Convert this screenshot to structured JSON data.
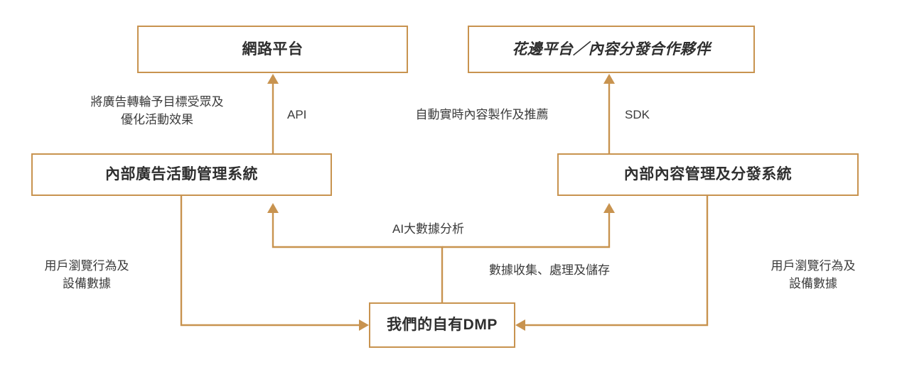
{
  "diagram": {
    "type": "flow-diagram",
    "theme": {
      "border_color": "#c8934f",
      "connector_color": "#c8934f",
      "text_color": "#3b3b3b",
      "background": "#ffffff"
    },
    "nodes": [
      {
        "id": "web-platform",
        "label": "網路平台"
      },
      {
        "id": "edge-platform",
        "label": "花邊平台／內容分發合作夥伴"
      },
      {
        "id": "ad-campaign-system",
        "label": "內部廣告活動管理系統"
      },
      {
        "id": "content-system",
        "label": "內部內容管理及分發系統"
      },
      {
        "id": "own-dmp",
        "label": "我們的自有DMP"
      }
    ],
    "edge_labels": [
      {
        "id": "ad-delivery",
        "text": "將廣告轉輪予目標受眾及\n優化活動效果"
      },
      {
        "id": "api",
        "text": "API"
      },
      {
        "id": "auto-content",
        "text": "自動實時內容製作及推薦"
      },
      {
        "id": "sdk",
        "text": "SDK"
      },
      {
        "id": "ai-bigdata",
        "text": "AI大數據分析"
      },
      {
        "id": "data-pipeline",
        "text": "數據收集、處理及儲存"
      },
      {
        "id": "user-behavior-left",
        "text": "用戶瀏覽行為及\n設備數據"
      },
      {
        "id": "user-behavior-right",
        "text": "用戶瀏覽行為及\n設備數據"
      }
    ]
  }
}
